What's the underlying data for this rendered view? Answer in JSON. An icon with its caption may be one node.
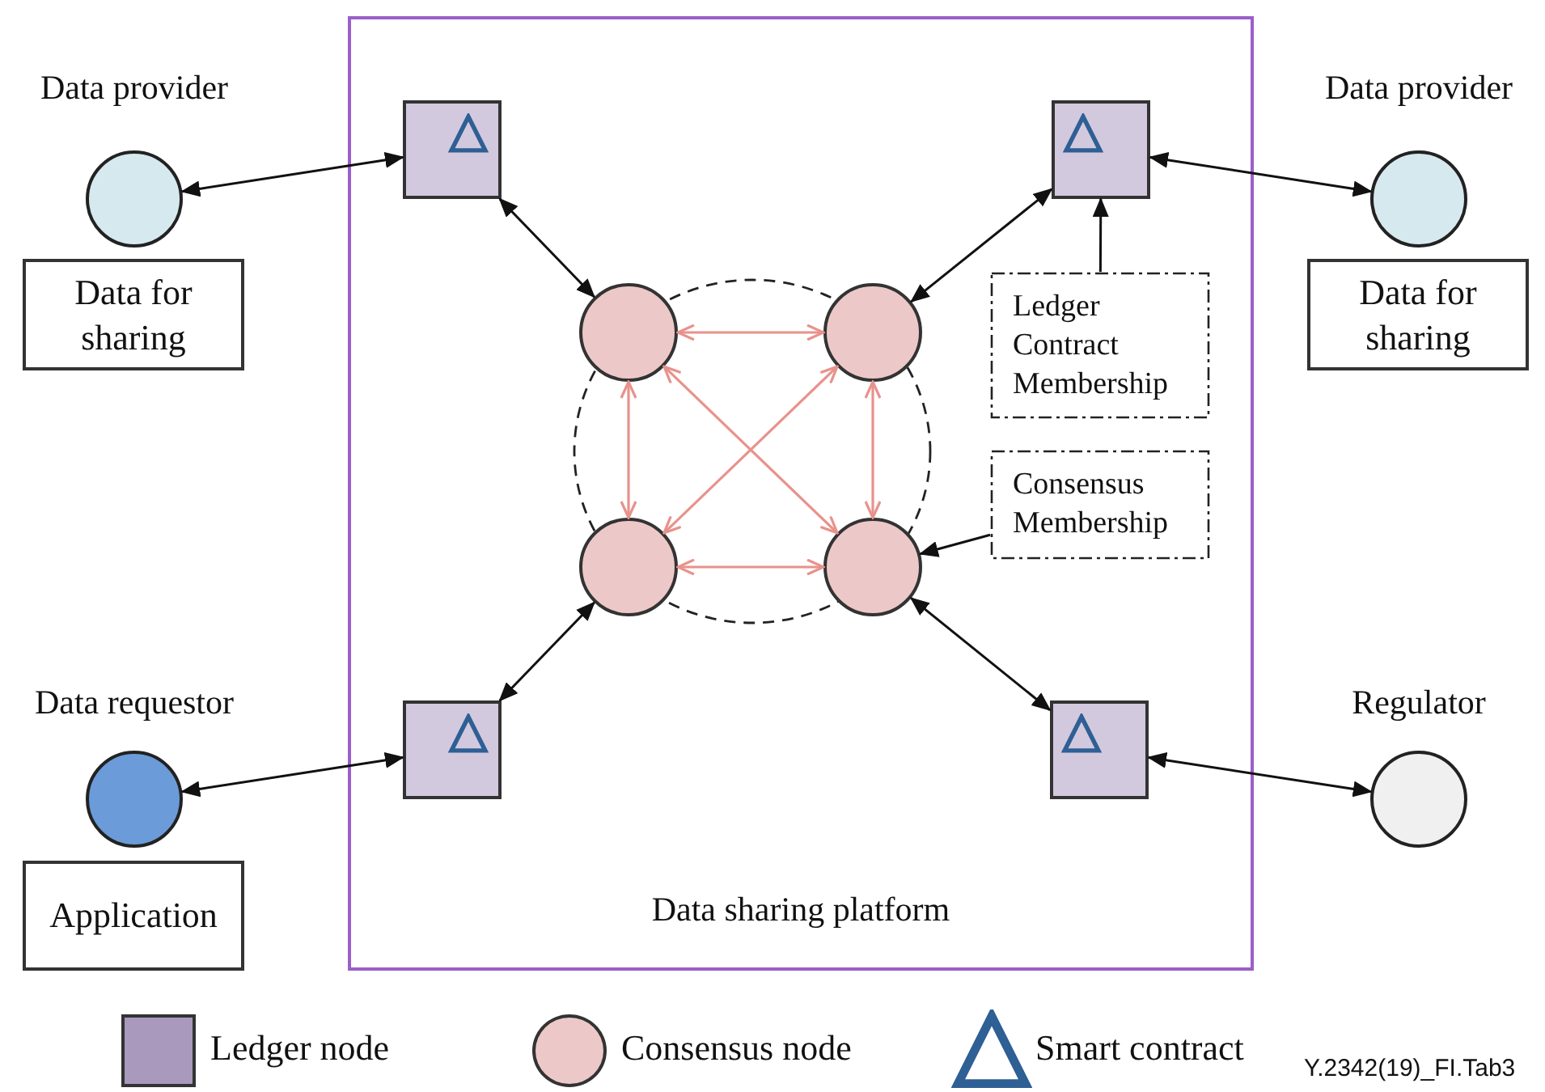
{
  "diagram": {
    "nodes": [
      {
        "text": [
          "Data provider"
        ]
      },
      {
        "text": [
          "Data for sharing"
        ]
      },
      {
        "text": [
          "Data sharing platform"
        ]
      },
      {
        "text": [],
        "shape": "box",
        "in": 2
      },
      {
        "text": [],
        "shape": "box",
        "in": 2
      },
      {
        "text": [
          "Data provider"
        ]
      },
      {
        "text": [
          "Data for sharing"
        ]
      },
      {
        "text": [],
        "shape": "circle",
        "in": 2
      },
      {
        "text": [],
        "shape": "circle",
        "in": 2
      },
      {
        "text": [
          "Ledger Contract Membership"
        ],
        "in": 2
      },
      {
        "text": [],
        "shape": "circle",
        "in": 2
      },
      {
        "text": [],
        "shape": "circle",
        "in": 2
      },
      {
        "text": [
          "Consensus Membership"
        ],
        "in": 2
      },
      {
        "text": [
          "Data requestor"
        ]
      },
      {
        "text": [],
        "shape": "box",
        "in": 2
      },
      {
        "text": [],
        "shape": "box",
        "in": 2
      },
      {
        "text": [
          "Regulator"
        ]
      },
      {
        "text": [
          "Application"
        ]
      }
    ],
    "edges": [
      {
        "from": 0,
        "to": 3,
        "arrow": "both"
      },
      {
        "from": 3,
        "to": 7,
        "arrow": "both"
      },
      {
        "from": 4,
        "to": 8,
        "arrow": "both"
      },
      {
        "from": 4,
        "to": 5,
        "arrow": "both"
      },
      {
        "from": 9,
        "to": 4,
        "arrow": "to"
      },
      {
        "from": 12,
        "to": 11,
        "arrow": "to"
      },
      {
        "from": 14,
        "to": 10,
        "arrow": "both"
      },
      {
        "from": 13,
        "to": 14,
        "arrow": "both"
      },
      {
        "from": 15,
        "to": 11,
        "arrow": "both"
      },
      {
        "from": 15,
        "to": 16,
        "arrow": "both"
      },
      {
        "from": 7,
        "to": 8,
        "arrow": "both",
        "color": "#e8928c"
      },
      {
        "from": 10,
        "to": 11,
        "arrow": "both",
        "color": "#e8928c"
      },
      {
        "from": 7,
        "to": 10,
        "arrow": "both",
        "color": "#e8928c"
      },
      {
        "from": 8,
        "to": 11,
        "arrow": "both",
        "color": "#e8928c"
      },
      {
        "from": 7,
        "to": 11,
        "arrow": "both",
        "color": "#e8928c"
      },
      {
        "from": 8,
        "to": 10,
        "arrow": "both",
        "color": "#e8928c"
      }
    ],
    "labels": [
      "Y.2342(19)_FI.Tab3"
    ],
    "legend": [
      {
        "text": "Ledger node",
        "color": "#a899bd"
      },
      {
        "text": "Consensus node",
        "color": "#ecc9c8"
      },
      {
        "text": "Smart contract"
      }
    ]
  }
}
